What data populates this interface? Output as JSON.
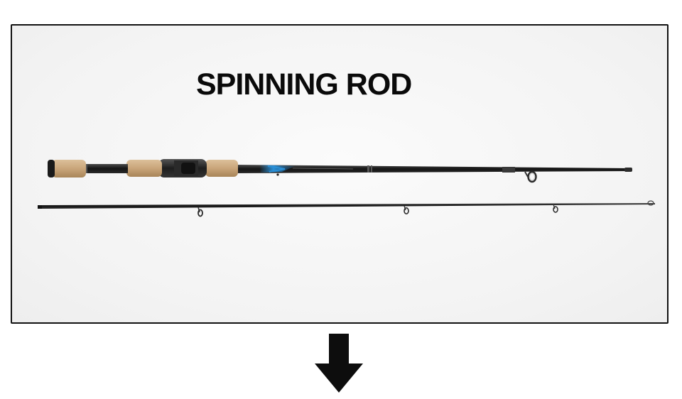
{
  "image": {
    "title": "SPINNING ROD",
    "icons": [
      "spinning-rod-butt-section",
      "spinning-rod-tip-section",
      "down-arrow-icon"
    ],
    "colors": {
      "frame_border": "#111111",
      "rod_blank": "#1c1c1c",
      "cork": "#c9a57a",
      "accent_blue": "#2a8fd6",
      "arrow": "#0d0d0d"
    }
  }
}
